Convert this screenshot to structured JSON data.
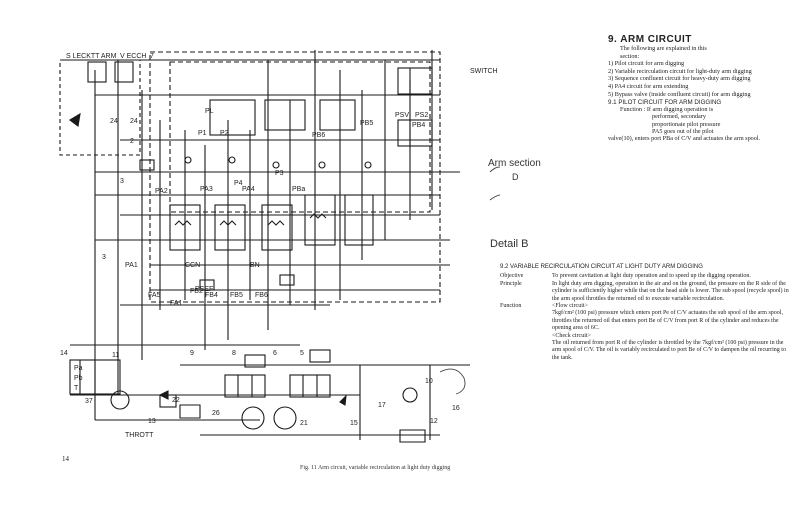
{
  "page": {
    "number": "14",
    "caption": "Fig. 11  Arm circuit, variable recirculation at light duty digging"
  },
  "section": {
    "heading": "9.  ARM CIRCUIT",
    "intro": [
      "The following are explained in this",
      "section:"
    ],
    "items": [
      "1)  Pilot circuit for arm digging",
      "2)  Variable recirculation circuit for light-duty arm digging",
      "3)  Sequence confluent circuit for heavy-duty arm digging",
      "4)  PA4 circuit for arm extending",
      "5)  Bypass valve (inside confluent circuit) for arm digging"
    ],
    "sub_heading": "9.1  PILOT CIRCUIT FOR ARM DIGGING",
    "sub_text": [
      "Function : If arm digging operation is",
      "performed,          secondary",
      "proportionate pilot pressure",
      "PA5 goes out of the pilot",
      "valve(10), enters port PBa of C/V and actuates the arm spool."
    ]
  },
  "section2": {
    "heading": "9.2  VARIABLE RECIRCULATION CIRCUIT AT LIGHT DUTY ARM DIGGING",
    "rows": [
      {
        "key": "Objective",
        "val": "To prevent cavitation at light duty operation and to speed up the digging operation."
      },
      {
        "key": "Principle",
        "val": "In light duty arm digging, operation in the air and on the ground, the pressure on the R side of the cylinder is sufficiently higher while that on the head side is lower. The sub spool (recycle spool) in the arm spool throttles the returned oil to execute variable recirculation."
      },
      {
        "key": "Function",
        "val": "<Flow circuit>"
      },
      {
        "key": "",
        "val": "7kgf/cm² (100 psi) pressure which enters port Pe of C/V actuates the sub spool of the arm spool, throttles the returned oil that enters port Be of C/V from port R of the cylinder and reduces the opening area of 6C."
      },
      {
        "key": "",
        "val": "<Check circuit>"
      },
      {
        "key": "",
        "val": "The oil returned from port R of the cylinder is throttled by the 7kgf/cm² (100 psi) pressure in the arm spool of C/V. The oil is variably recirculated to port Be of C/V to dampen the oil recurring to the tank."
      }
    ]
  },
  "handwritten": {
    "arm_section": "Arm section",
    "d_label": "D",
    "detail_b": "Detail B"
  },
  "schematic_labels": [
    "S LECKTT ARM",
    "V  ECCH",
    "7",
    "24",
    "24",
    "3",
    "2",
    "3",
    "PA1",
    "PA2",
    "PA3",
    "PA4",
    "PBa",
    "PB4",
    "PB5",
    "PB6",
    "P4",
    "P3",
    "P1",
    "P2",
    "FB6",
    "FB5",
    "FB4",
    "FA1",
    "FA5",
    "FB2",
    "14",
    "11",
    "9",
    "8",
    "6",
    "5",
    "22",
    "13",
    "17",
    "15",
    "16",
    "10",
    "12",
    "21",
    "26",
    "37",
    "THROTT",
    "SWITCH",
    "PSEF",
    "PL",
    "CCN",
    "BN",
    "PSV",
    "PS2",
    "Pa",
    "Pb",
    "T"
  ]
}
